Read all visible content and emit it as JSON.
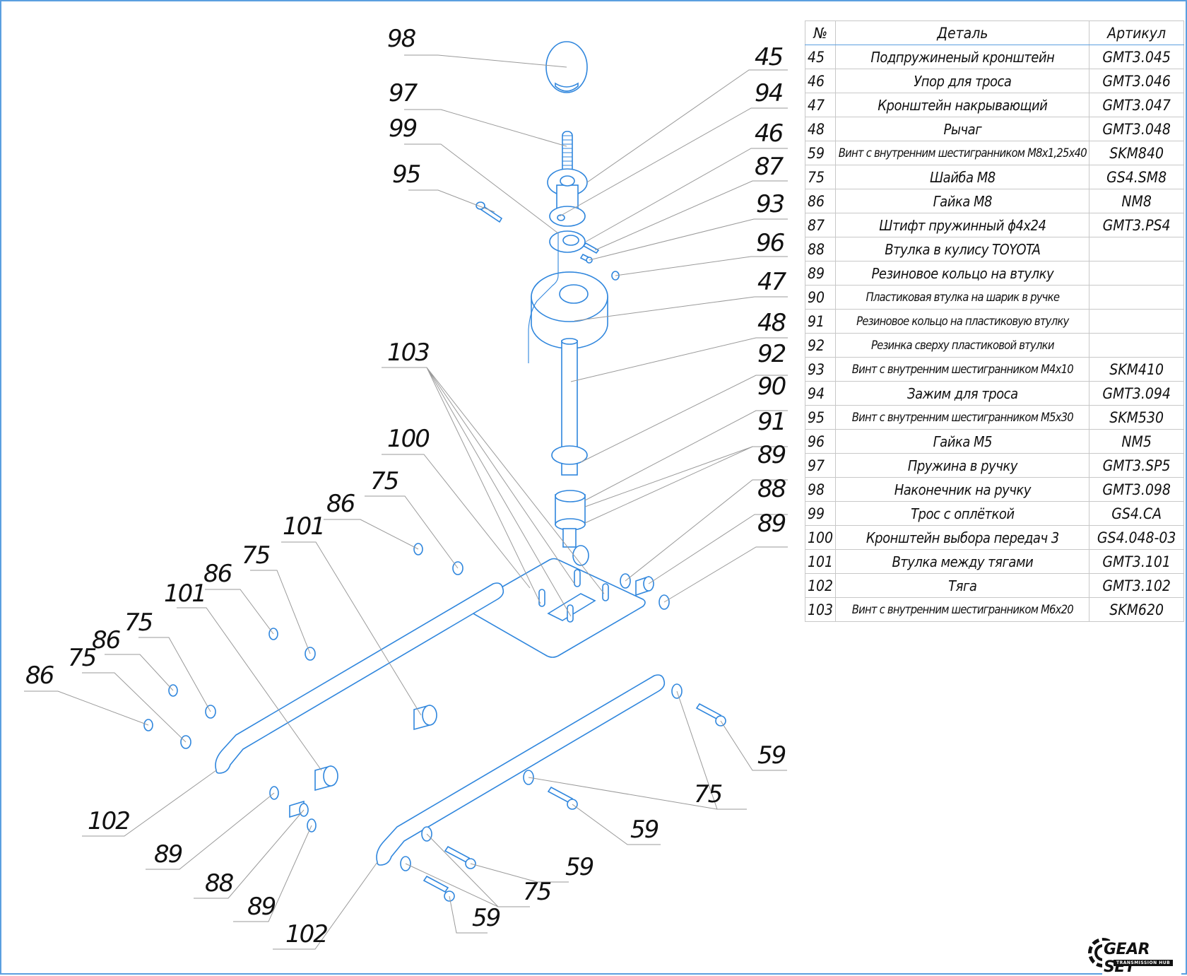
{
  "document": {
    "type": "exploded-assembly-drawing",
    "brand": {
      "name": "GEAR SET",
      "tagline": "TRANSMISSION HUB"
    },
    "colors": {
      "frame": "#5b9fe0",
      "parts": "#2f86dd",
      "text": "#111111",
      "leader": "#9a9a9a"
    }
  },
  "bom_table": {
    "headers": {
      "number": "№",
      "part": "Деталь",
      "article": "Артикул"
    },
    "rows": [
      {
        "number": "45",
        "part": "Подпружиненый кронштейн",
        "article": "GMT3.045"
      },
      {
        "number": "46",
        "part": "Упор для троса",
        "article": "GMT3.046"
      },
      {
        "number": "47",
        "part": "Кронштейн накрывающий",
        "article": "GMT3.047"
      },
      {
        "number": "48",
        "part": "Рычаг",
        "article": "GMT3.048"
      },
      {
        "number": "59",
        "part": "Винт с внутренним шестигранником M8x1,25x40",
        "article": "SKM840"
      },
      {
        "number": "75",
        "part": "Шайба М8",
        "article": "GS4.SM8"
      },
      {
        "number": "86",
        "part": "Гайка М8",
        "article": "NM8"
      },
      {
        "number": "87",
        "part": "Штифт пружинный ϕ4x24",
        "article": "GMT3.PS4"
      },
      {
        "number": "88",
        "part": "Втулка в кулису TOYOTA",
        "article": ""
      },
      {
        "number": "89",
        "part": "Резиновое кольцо на втулку",
        "article": ""
      },
      {
        "number": "90",
        "part": "Пластиковая втулка на шарик в ручке",
        "article": ""
      },
      {
        "number": "91",
        "part": "Резиновое кольцо на пластиковую втулку",
        "article": ""
      },
      {
        "number": "92",
        "part": "Резинка сверху пластиковой втулки",
        "article": ""
      },
      {
        "number": "93",
        "part": "Винт с внутренним шестигранником M4x10",
        "article": "SKM410"
      },
      {
        "number": "94",
        "part": "Зажим для троса",
        "article": "GMT3.094"
      },
      {
        "number": "95",
        "part": "Винт с внутренним шестигранником M5x30",
        "article": "SKM530"
      },
      {
        "number": "96",
        "part": "Гайка М5",
        "article": "NM5"
      },
      {
        "number": "97",
        "part": "Пружина в ручку",
        "article": "GMT3.SP5"
      },
      {
        "number": "98",
        "part": "Наконечник на ручку",
        "article": "GMT3.098"
      },
      {
        "number": "99",
        "part": "Трос с оплёткой",
        "article": "GS4.CA"
      },
      {
        "number": "100",
        "part": "Кронштейн выбора передач 3",
        "article": "GS4.048-03"
      },
      {
        "number": "101",
        "part": "Втулка между тягами",
        "article": "GMT3.101"
      },
      {
        "number": "102",
        "part": "Тяга",
        "article": "GMT3.102"
      },
      {
        "number": "103",
        "part": "Винт с внутренним шестигранником M6x20",
        "article": "SKM620"
      }
    ]
  },
  "callouts": {
    "left_column": [
      "98",
      "97",
      "99",
      "95",
      "103",
      "100",
      "75",
      "86",
      "101",
      "75",
      "86",
      "101",
      "75",
      "86",
      "75",
      "86"
    ],
    "right_column": [
      "45",
      "94",
      "46",
      "87",
      "93",
      "96",
      "47",
      "48",
      "92",
      "90",
      "91",
      "89",
      "88",
      "89"
    ],
    "bottom": [
      "102",
      "89",
      "88",
      "89",
      "102",
      "59",
      "75",
      "59",
      "59",
      "75",
      "59"
    ]
  }
}
